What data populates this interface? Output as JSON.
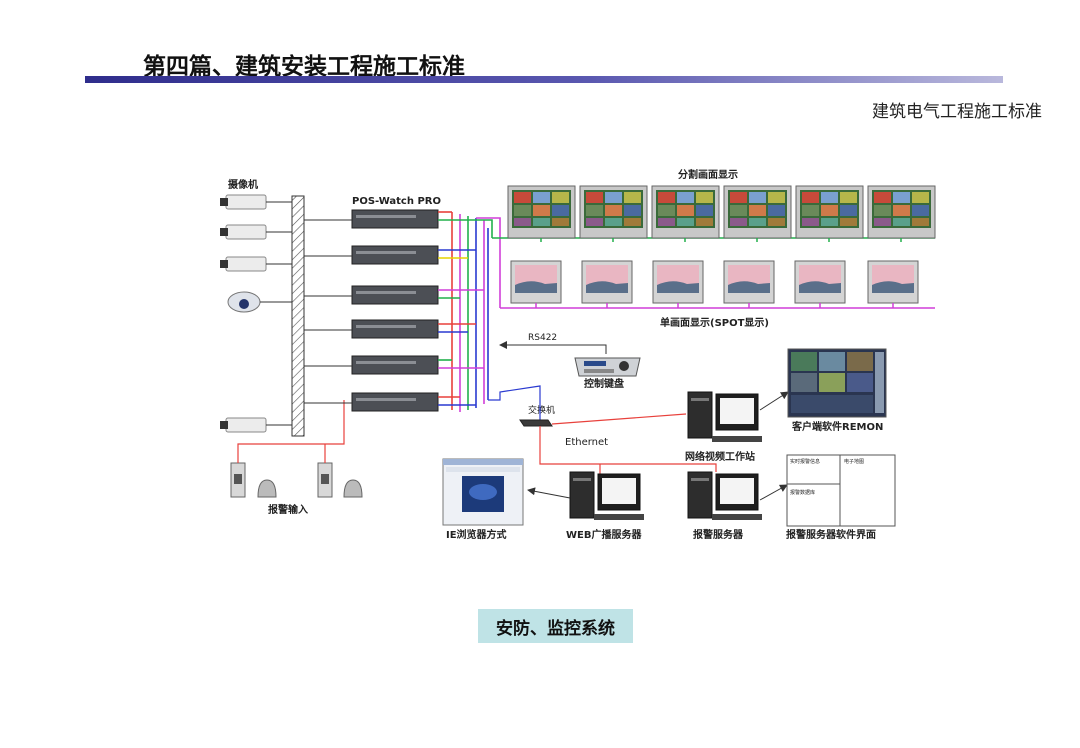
{
  "header": {
    "title": "第四篇、建筑安装工程施工标准",
    "subtitle": "建筑电气工程施工标准"
  },
  "diagram": {
    "labels": {
      "cameras": "摄像机",
      "dvr": "POS-Watch PRO",
      "split_display": "分割画面显示",
      "single_display": "单画面显示(SPOT显示)",
      "rs422": "RS422",
      "keyboard": "控制键盘",
      "switch": "交换机",
      "ethernet": "Ethernet",
      "workstation": "网络视频工作站",
      "client_software": "客户端软件REMON",
      "alarm_input": "报警输入",
      "ie_browser": "IE浏览器方式",
      "web_server": "WEB广播服务器",
      "alarm_server": "报警服务器",
      "alarm_software": "报警服务器软件界面",
      "alarm_ui_cell1": "实时报警信息",
      "alarm_ui_cell2": "电子地图",
      "alarm_ui_cell3": "报警数据库"
    },
    "line_colors": {
      "red": "#e8413c",
      "green": "#22b14c",
      "blue": "#2a3ad0",
      "magenta": "#d13fd8",
      "yellow": "#e6d400"
    }
  },
  "caption": "安防、监控系统"
}
